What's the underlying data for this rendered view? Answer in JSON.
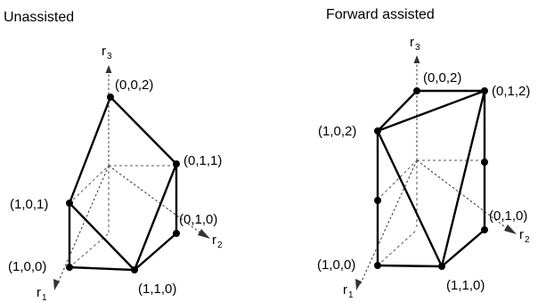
{
  "panels": [
    {
      "title": "Unassisted",
      "axis_labels": {
        "r1": {
          "base": "r",
          "sub": "1"
        },
        "r2": {
          "base": "r",
          "sub": "2"
        },
        "r3": {
          "base": "r",
          "sub": "3"
        }
      },
      "vertices": [
        {
          "id": "002",
          "label": "(0,0,2)"
        },
        {
          "id": "011",
          "label": "(0,1,1)"
        },
        {
          "id": "101",
          "label": "(1,0,1)"
        },
        {
          "id": "010",
          "label": "(0,1,0)"
        },
        {
          "id": "100",
          "label": "(1,0,0)"
        },
        {
          "id": "110",
          "label": "(1,1,0)"
        }
      ]
    },
    {
      "title": "Forward assisted",
      "axis_labels": {
        "r1": {
          "base": "r",
          "sub": "1"
        },
        "r2": {
          "base": "r",
          "sub": "2"
        },
        "r3": {
          "base": "r",
          "sub": "3"
        }
      },
      "vertices": [
        {
          "id": "002",
          "label": "(0,0,2)"
        },
        {
          "id": "012",
          "label": "(0,1,2)"
        },
        {
          "id": "102",
          "label": "(1,0,2)"
        },
        {
          "id": "010",
          "label": "(0,1,0)"
        },
        {
          "id": "100",
          "label": "(1,0,0)"
        },
        {
          "id": "110",
          "label": "(1,1,0)"
        }
      ]
    }
  ]
}
